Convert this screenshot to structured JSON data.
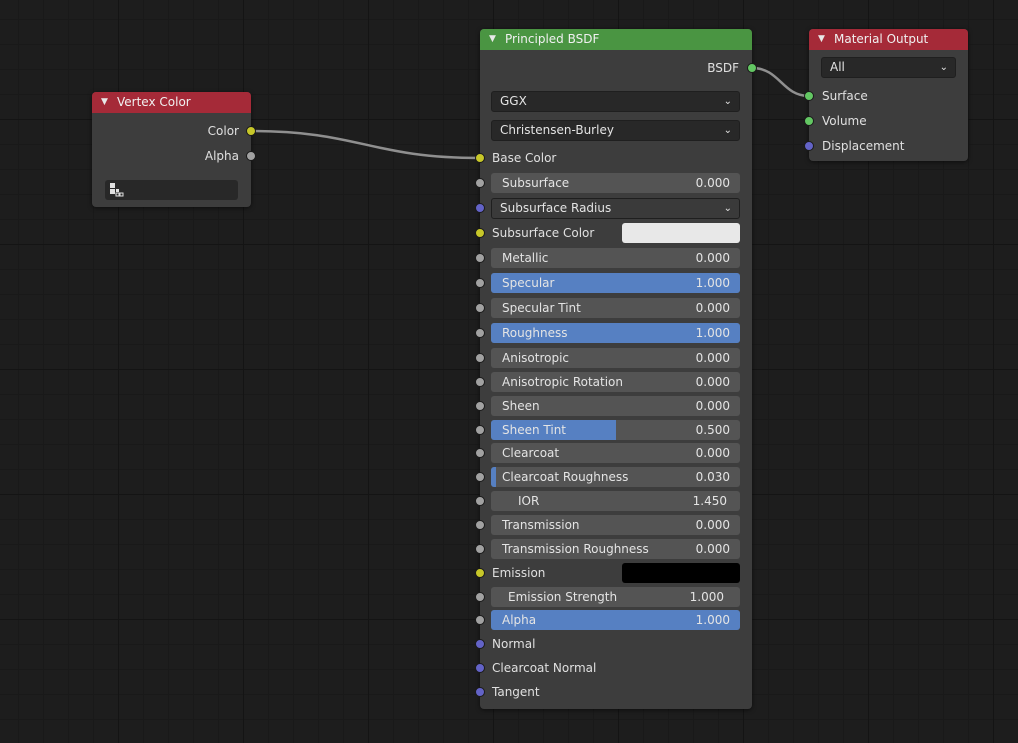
{
  "vertex_color": {
    "title": "Vertex Color",
    "outputs": [
      "Color",
      "Alpha"
    ]
  },
  "principled": {
    "title": "Principled BSDF",
    "output": "BSDF",
    "distribution": "GGX",
    "subsurface_method": "Christensen-Burley",
    "base_color": "Base Color",
    "subsurface": {
      "label": "Subsurface",
      "value": "0.000"
    },
    "subsurface_radius": "Subsurface Radius",
    "subsurface_color": "Subsurface Color",
    "subsurface_color_hex": "#e8e8e8",
    "metallic": {
      "label": "Metallic",
      "value": "0.000"
    },
    "specular": {
      "label": "Specular",
      "value": "1.000",
      "fraction": 1.0
    },
    "specular_tint": {
      "label": "Specular Tint",
      "value": "0.000"
    },
    "roughness": {
      "label": "Roughness",
      "value": "1.000",
      "fraction": 1.0
    },
    "anisotropic": {
      "label": "Anisotropic",
      "value": "0.000"
    },
    "anisotropic_rotation": {
      "label": "Anisotropic Rotation",
      "value": "0.000"
    },
    "sheen": {
      "label": "Sheen",
      "value": "0.000"
    },
    "sheen_tint": {
      "label": "Sheen Tint",
      "value": "0.500",
      "fraction": 0.5
    },
    "clearcoat": {
      "label": "Clearcoat",
      "value": "0.000"
    },
    "clearcoat_roughness": {
      "label": "Clearcoat Roughness",
      "value": "0.030",
      "fraction": 0.03
    },
    "ior": {
      "label": "IOR",
      "value": "1.450"
    },
    "transmission": {
      "label": "Transmission",
      "value": "0.000"
    },
    "transmission_roughness": {
      "label": "Transmission Roughness",
      "value": "0.000"
    },
    "emission": "Emission",
    "emission_hex": "#000000",
    "emission_strength": {
      "label": "Emission Strength",
      "value": "1.000"
    },
    "alpha": {
      "label": "Alpha",
      "value": "1.000",
      "fraction": 1.0
    },
    "normal": "Normal",
    "clearcoat_normal": "Clearcoat Normal",
    "tangent": "Tangent"
  },
  "material_output": {
    "title": "Material Output",
    "target": "All",
    "inputs": [
      "Surface",
      "Volume",
      "Displacement"
    ]
  },
  "colors": {
    "header_red": "#a52a38",
    "header_green": "#4a9542",
    "slider_fill": "#5680c2",
    "socket_yellow": "#c7c729",
    "socket_gray": "#a1a1a1",
    "socket_purple": "#6363c7",
    "socket_green": "#63c763"
  }
}
